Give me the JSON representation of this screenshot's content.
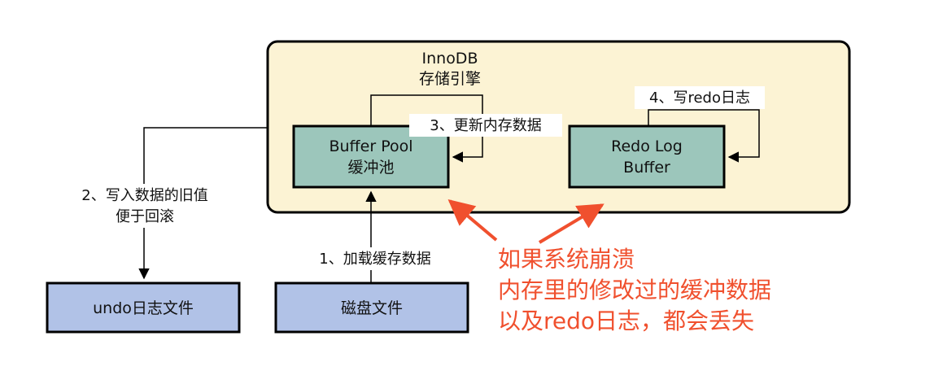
{
  "colors": {
    "innodb_fill": "#FCF3D4",
    "green_box": "#9CC6BB",
    "blue_box": "#B1C2E7",
    "stroke": "#000000",
    "warning": "#F0502E"
  },
  "innodb": {
    "line1": "InnoDB",
    "line2": "存储引擎"
  },
  "buffer_pool": {
    "line1": "Buffer Pool",
    "line2": "缓冲池"
  },
  "redo_log_buffer": {
    "line1": "Redo Log",
    "line2": "Buffer"
  },
  "undo_file": {
    "label": "undo日志文件"
  },
  "disk_file": {
    "label": "磁盘文件"
  },
  "steps": {
    "step1": "1、加载缓存数据",
    "step2_line1": "2、写入数据的旧值",
    "step2_line2": "便于回滚",
    "step3": "3、更新内存数据",
    "step4": "4、写redo日志"
  },
  "warning": {
    "line1": "如果系统崩溃",
    "line2": "内存里的修改过的缓冲数据",
    "line3": "以及redo日志，都会丢失"
  }
}
